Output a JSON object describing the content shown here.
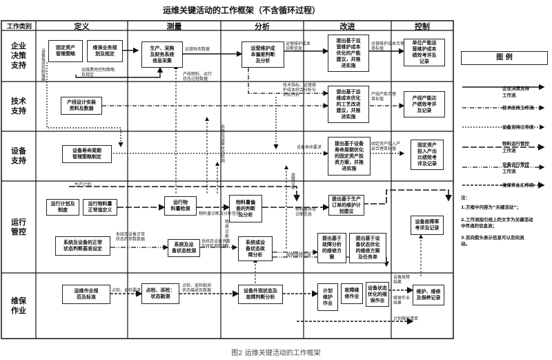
{
  "title": "运维关键活动的工作框架（不含循环过程）",
  "caption": "图2    运维关键活动的工作框架",
  "header": {
    "corner": "工作类别",
    "columns": [
      "定义",
      "测量",
      "分析",
      "改进",
      "控制"
    ]
  },
  "rows": [
    "企业\n决策\n支持",
    "技术\n支持",
    "设备\n支持",
    "运行\n管控",
    "维保\n作业"
  ],
  "boxes": {
    "b1": "固定资产\n管理策略",
    "b2": "维保业务规\n划及规定",
    "b3": "生产、采购\n及财务系统\n信息采集",
    "b4": "运营维护成\n本偏差判断\n及分析",
    "b5": "提出基于运\n营维护成本\n优化的产能\n建议，并推\n进实施",
    "b6": "单位产能运\n营维护成本\n绩效考评及\n记录",
    "b7": "产线设计安装\n资料及数据",
    "b8": "提出基于运\n维成本优化\n的工艺改进\n建议，并推\n进实施",
    "b9": "产线产能达\n产绩效考评\n及记录",
    "b10": "设备寿命周期\n管理策略制定",
    "b11": "提出基于设备\n寿命周期优化\n的固定资产投\n资方案，并推\n进实施",
    "b12": "固定资产\n投入产出\n比绩效考\n评及记录",
    "b13": "运行计划及\n制度",
    "b14": "运行物料量\n正常值定义",
    "b15": "运行物\n料量检测",
    "b16": "物料量偏\n差的判断\n及分析",
    "b17": "提出基于生产\n订单的维护计\n划建议",
    "b18": "系统及设备的正常\n状态判断基准设定",
    "b19": "系统及设\n备状态检测",
    "b20": "系统或设\n备状态故\n障分析",
    "b21": "提出基于\n故障分析\n的维修方\n案",
    "b22": "提出基于设\n备状态优化\n的维修方案\n及任务单",
    "b23": "设备故障率\n考评及记录",
    "b24": "运维作业规\n范及标准",
    "b25": "点检、巡检：\n状态勘测",
    "b26": "设备外观状态及\n故障判断分析",
    "b27": "计划\n维护\n作业",
    "b28": "故障维\n修作业",
    "b29": "设备状态\n优化的维\n保作业",
    "b30": "维护、维修\n及保养记录"
  },
  "labels": {
    "l1": "运营财务数据",
    "l2": "运营维护成本\n诊断信息",
    "l3": "运营维护成本合理\n目标值",
    "l4": "运维费用控制策略\n及规定",
    "l5": "产线物料、运行\n状态过程数据",
    "l6": "技术指标、运营维\n护成本综合分析与\n对标分析",
    "l7": "产线产能合理\n目标值",
    "l8": "设备寿命要求",
    "l9": "固定资产投入产\n出合理目标值",
    "l10": "生产计划",
    "l11": "物料量异常\n诊断信息",
    "l12": "系统及设备正常\n状态的参数数据",
    "l13": "物料量诊断及分析信息",
    "l14": "系统及设备状态\n实时检测数据",
    "l15": "故障维修信息",
    "l16": "点检、巡检要求",
    "l17": "点检、巡检勘测\n状态描述及数据",
    "l18": "计划维护清单",
    "l19": "设备故障\n结果",
    "l20": "维保作业\n结果",
    "l21": "物\n质\n诊\n断\n信\n息",
    "l22": "设备投资控制策略",
    "l23": "故障诊断",
    "l24": "系统及设备\n状态检测"
  },
  "legend": {
    "title": "图    例",
    "items": [
      "企业决策支持\n工作流",
      "技术支持工作流",
      "设备支持工作流",
      "物料运行管控\n工作流",
      "设备运行管控\n工作流",
      "维保作业工作流"
    ],
    "notes_title": "注：",
    "notes": [
      "1.方框中内容为“关键活动”；",
      "2.工作流指引线上的文字为关键活动\n中传递的信息流；",
      "3.双向箭头表示信息可以双向流\n动。"
    ]
  }
}
